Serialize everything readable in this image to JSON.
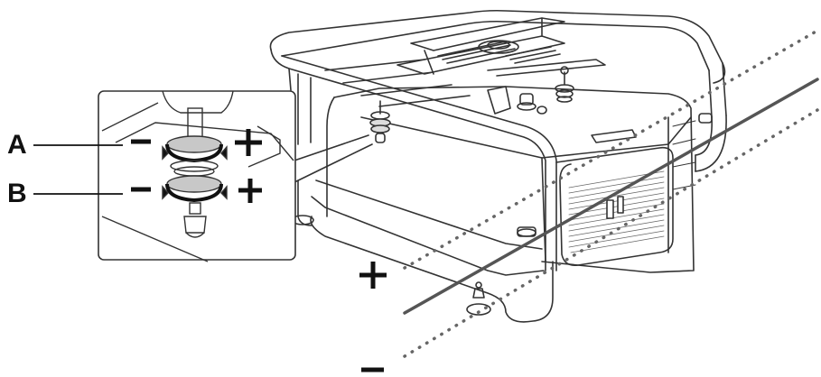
{
  "diagram": {
    "subject": "Projector mounted in frame with adjustable feet and tilt-angle indicators",
    "colors": {
      "line": "#333333",
      "fill_grey": "#c8c8c8",
      "tilt_line": "#555555",
      "dotted": "#666666",
      "text": "#111111"
    },
    "inset": {
      "labels": {
        "a": "A",
        "b": "B"
      },
      "knob_a": {
        "minus": "−",
        "plus": "+"
      },
      "knob_b": {
        "minus": "−",
        "plus": "+"
      }
    },
    "tilt": {
      "plus": "+",
      "minus": "−"
    }
  }
}
